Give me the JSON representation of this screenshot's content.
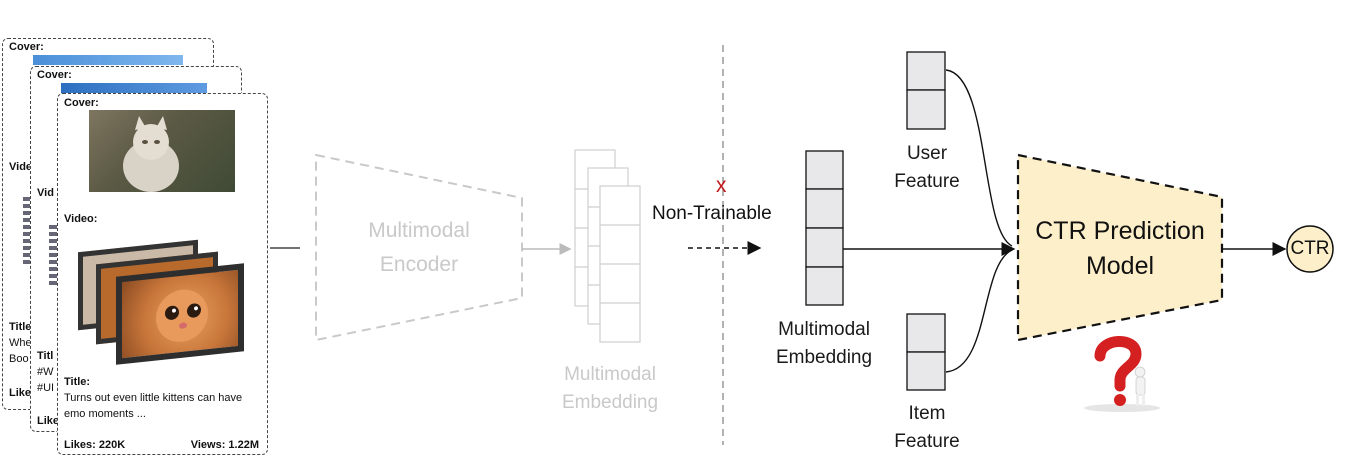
{
  "cards": [
    {
      "cover_label": "Cover:",
      "video_label": "Vide",
      "title_label": "Title",
      "title_lines": [
        "Whe",
        "Boo"
      ],
      "likes": "Like"
    },
    {
      "cover_label": "Cover:",
      "video_label": "Vid",
      "title_label": "Titl",
      "title_lines": [
        "#W",
        "#UI"
      ],
      "likes": "Like"
    },
    {
      "cover_label": "Cover:",
      "video_label": "Video:",
      "title_label": "Title:",
      "title_lines": [
        "Turns out even little kittens can have",
        "emo moments ..."
      ],
      "likes": "Likes: 220K",
      "views": "Views: 1.22M"
    }
  ],
  "encoder": {
    "line1": "Multimodal",
    "line2": "Encoder"
  },
  "left_embedding": {
    "line1": "Multimodal",
    "line2": "Embedding"
  },
  "non_trainable": {
    "mark": "x",
    "label": "Non-Trainable"
  },
  "right_embedding": {
    "line1": "Multimodal",
    "line2": "Embedding"
  },
  "user_feature": {
    "line1": "User",
    "line2": "Feature"
  },
  "item_feature": {
    "line1": "Item",
    "line2": "Feature"
  },
  "ctr_model": {
    "line1": "CTR Prediction",
    "line2": "Model"
  },
  "ctr_output": "CTR",
  "colors": {
    "model_fill": "#fcefc9",
    "ghost": "#c9c9c9",
    "question_mark": "#d42020",
    "divider": "#888888"
  }
}
